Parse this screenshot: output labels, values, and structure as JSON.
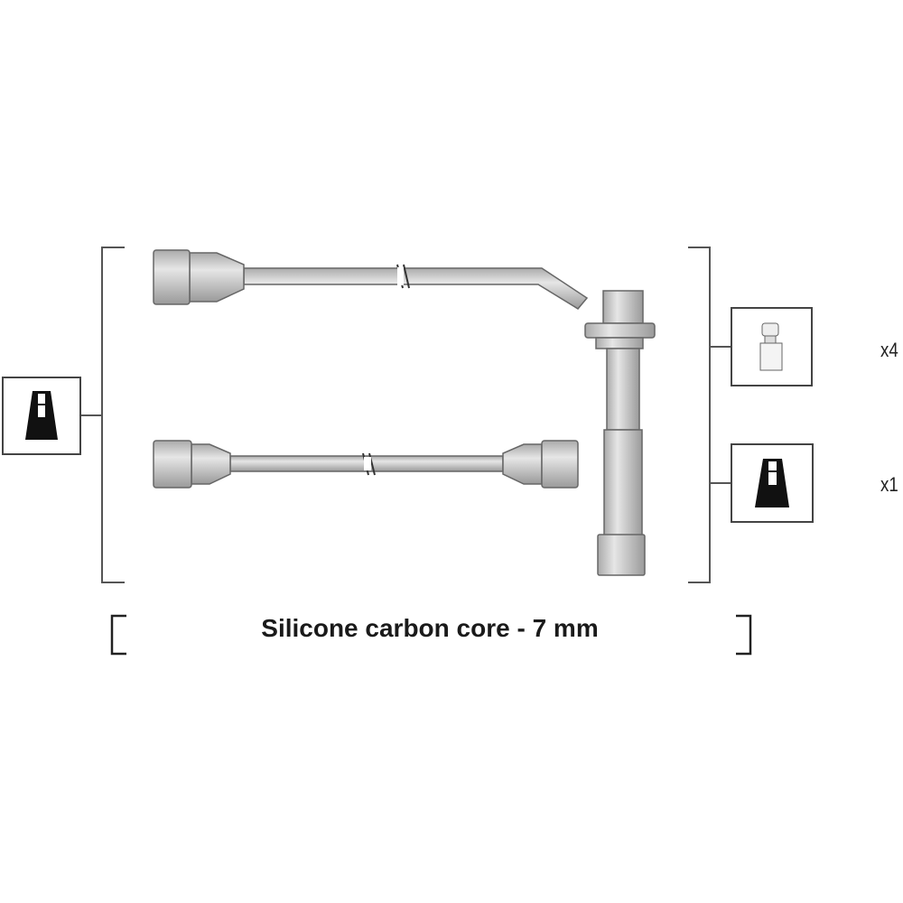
{
  "diagram": {
    "caption": "Silicone carbon core - 7 mm",
    "quantities": [
      {
        "label": "x4",
        "icon": "spark-plug-connector-icon"
      },
      {
        "label": "x1",
        "icon": "coil-connector-icon"
      }
    ],
    "left_icon": "distributor-connector-icon",
    "colors": {
      "line": "#555555",
      "cable": "#c8c8c8",
      "icon": "#111111"
    }
  }
}
